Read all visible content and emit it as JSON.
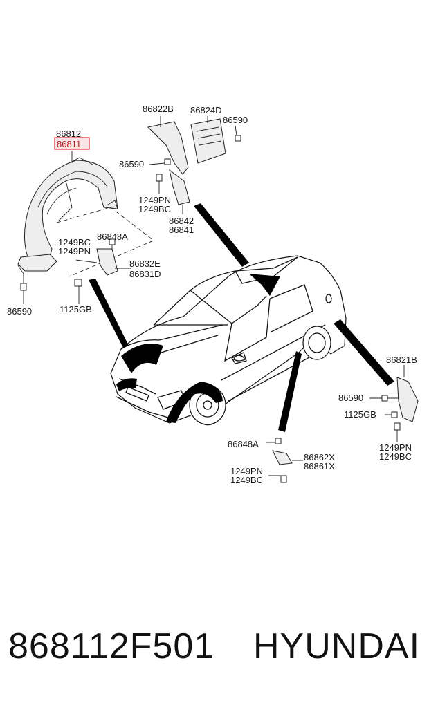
{
  "diagram": {
    "highlight_color": "#e84c5a",
    "labels": {
      "l86812": "86812",
      "l86811": "86811",
      "l86822B": "86822B",
      "l86824D": "86824D",
      "l86590_top": "86590",
      "l86590_mid": "86590",
      "l1249PN_top": "1249PN",
      "l1249BC_top": "1249BC",
      "l86842": "86842",
      "l86841": "86841",
      "l1249BC_left": "1249BC",
      "l1249PN_left": "1249PN",
      "l86848A_left": "86848A",
      "l86832E": "86832E",
      "l86831D": "86831D",
      "l86590_left": "86590",
      "l1125GB_left": "1125GB",
      "l86821B": "86821B",
      "l86590_right": "86590",
      "l1125GB_right": "1125GB",
      "l1249PN_right": "1249PN",
      "l1249BC_right": "1249BC",
      "l86848A_bottom": "86848A",
      "l86862X": "86862X",
      "l86861X": "86861X",
      "l1249PN_bottom": "1249PN",
      "l1249BC_bottom": "1249BC"
    }
  },
  "footer": {
    "part_number": "868112F501",
    "brand": "HYUNDAI"
  }
}
